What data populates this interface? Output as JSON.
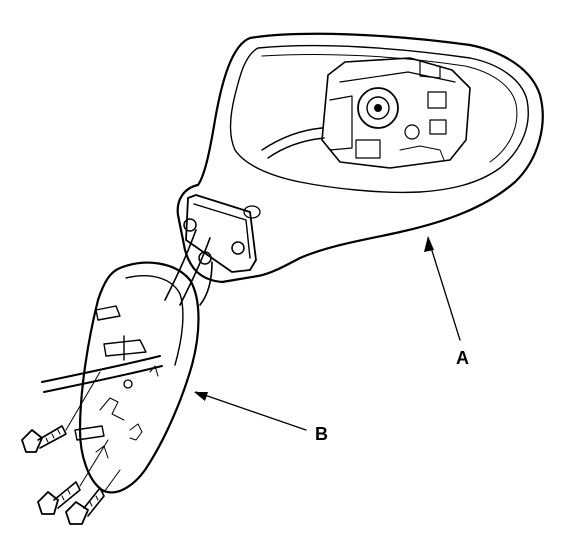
{
  "callouts": {
    "a": {
      "label": "A",
      "target": "mirror-housing"
    },
    "b": {
      "label": "B",
      "target": "mirror-base-cover"
    }
  },
  "colors": {
    "ink": "#000000",
    "paper": "#ffffff"
  }
}
